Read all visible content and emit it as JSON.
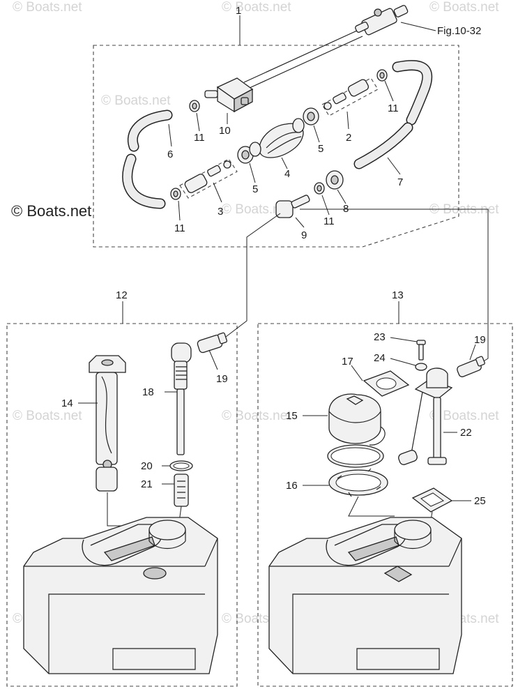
{
  "watermarks": [
    "© Boats.net",
    "© Boats.net",
    "© Boats.net",
    "© Boats.net",
    "© Boats.net",
    "© Boats.net",
    "© Boats.net",
    "© Boats.net",
    "© Boats.net",
    "© Boats.net",
    "© Boats.net",
    "© Boats.net"
  ],
  "brand_label": "© Boats.net",
  "figure_ref": "Fig.10-32",
  "callouts": {
    "c1": "1",
    "c2": "2",
    "c3": "3",
    "c4": "4",
    "c5a": "5",
    "c5b": "5",
    "c6": "6",
    "c7": "7",
    "c8": "8",
    "c9": "9",
    "c10": "10",
    "c11a": "11",
    "c11b": "11",
    "c11c": "11",
    "c11d": "11",
    "c12": "12",
    "c13": "13",
    "c14": "14",
    "c15": "15",
    "c16": "16",
    "c17": "17",
    "c18": "18",
    "c19a": "19",
    "c19b": "19",
    "c20": "20",
    "c21": "21",
    "c22": "22",
    "c23": "23",
    "c24": "24",
    "c25": "25"
  },
  "colors": {
    "line": "#222222",
    "watermark": "#d4d4d4",
    "background": "#ffffff"
  }
}
